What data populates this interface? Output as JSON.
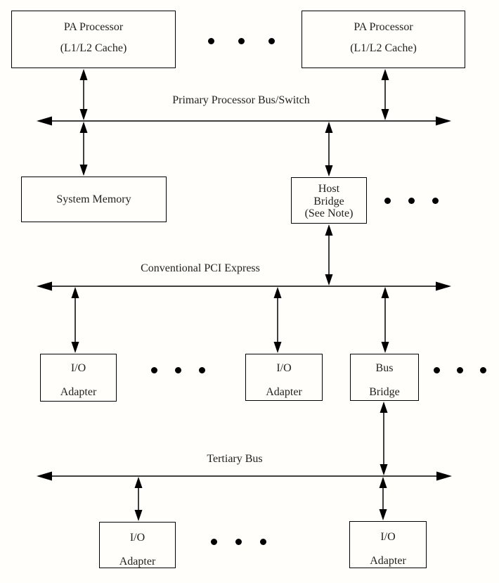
{
  "colors": {
    "background": "#fffefa",
    "line": "#000000",
    "text": "#1f1f1f"
  },
  "nodes": {
    "pa_processor_left": {
      "line1": "PA Processor",
      "line2": "(L1/L2 Cache)"
    },
    "pa_processor_right": {
      "line1": "PA Processor",
      "line2": "(L1/L2 Cache)"
    },
    "system_memory": {
      "line1": "System Memory"
    },
    "host_bridge": {
      "line1": "Host",
      "line2": "Bridge",
      "line3": "(See Note)"
    },
    "io_adapter_pci_1": {
      "line1": "I/O",
      "line2": "Adapter"
    },
    "io_adapter_pci_2": {
      "line1": "I/O",
      "line2": "Adapter"
    },
    "bus_bridge": {
      "line1": "Bus",
      "line2": "Bridge"
    },
    "io_adapter_tert_1": {
      "line1": "I/O",
      "line2": "Adapter"
    },
    "io_adapter_tert_2": {
      "line1": "I/O",
      "line2": "Adapter"
    }
  },
  "buses": {
    "primary": {
      "label": "Primary Processor Bus/Switch"
    },
    "pci": {
      "label": "Conventional PCI Express"
    },
    "tertiary": {
      "label": "Tertiary Bus"
    }
  },
  "icons": {
    "ellipsis": "ellipsis-dots",
    "connector": "double-headed-arrow"
  }
}
